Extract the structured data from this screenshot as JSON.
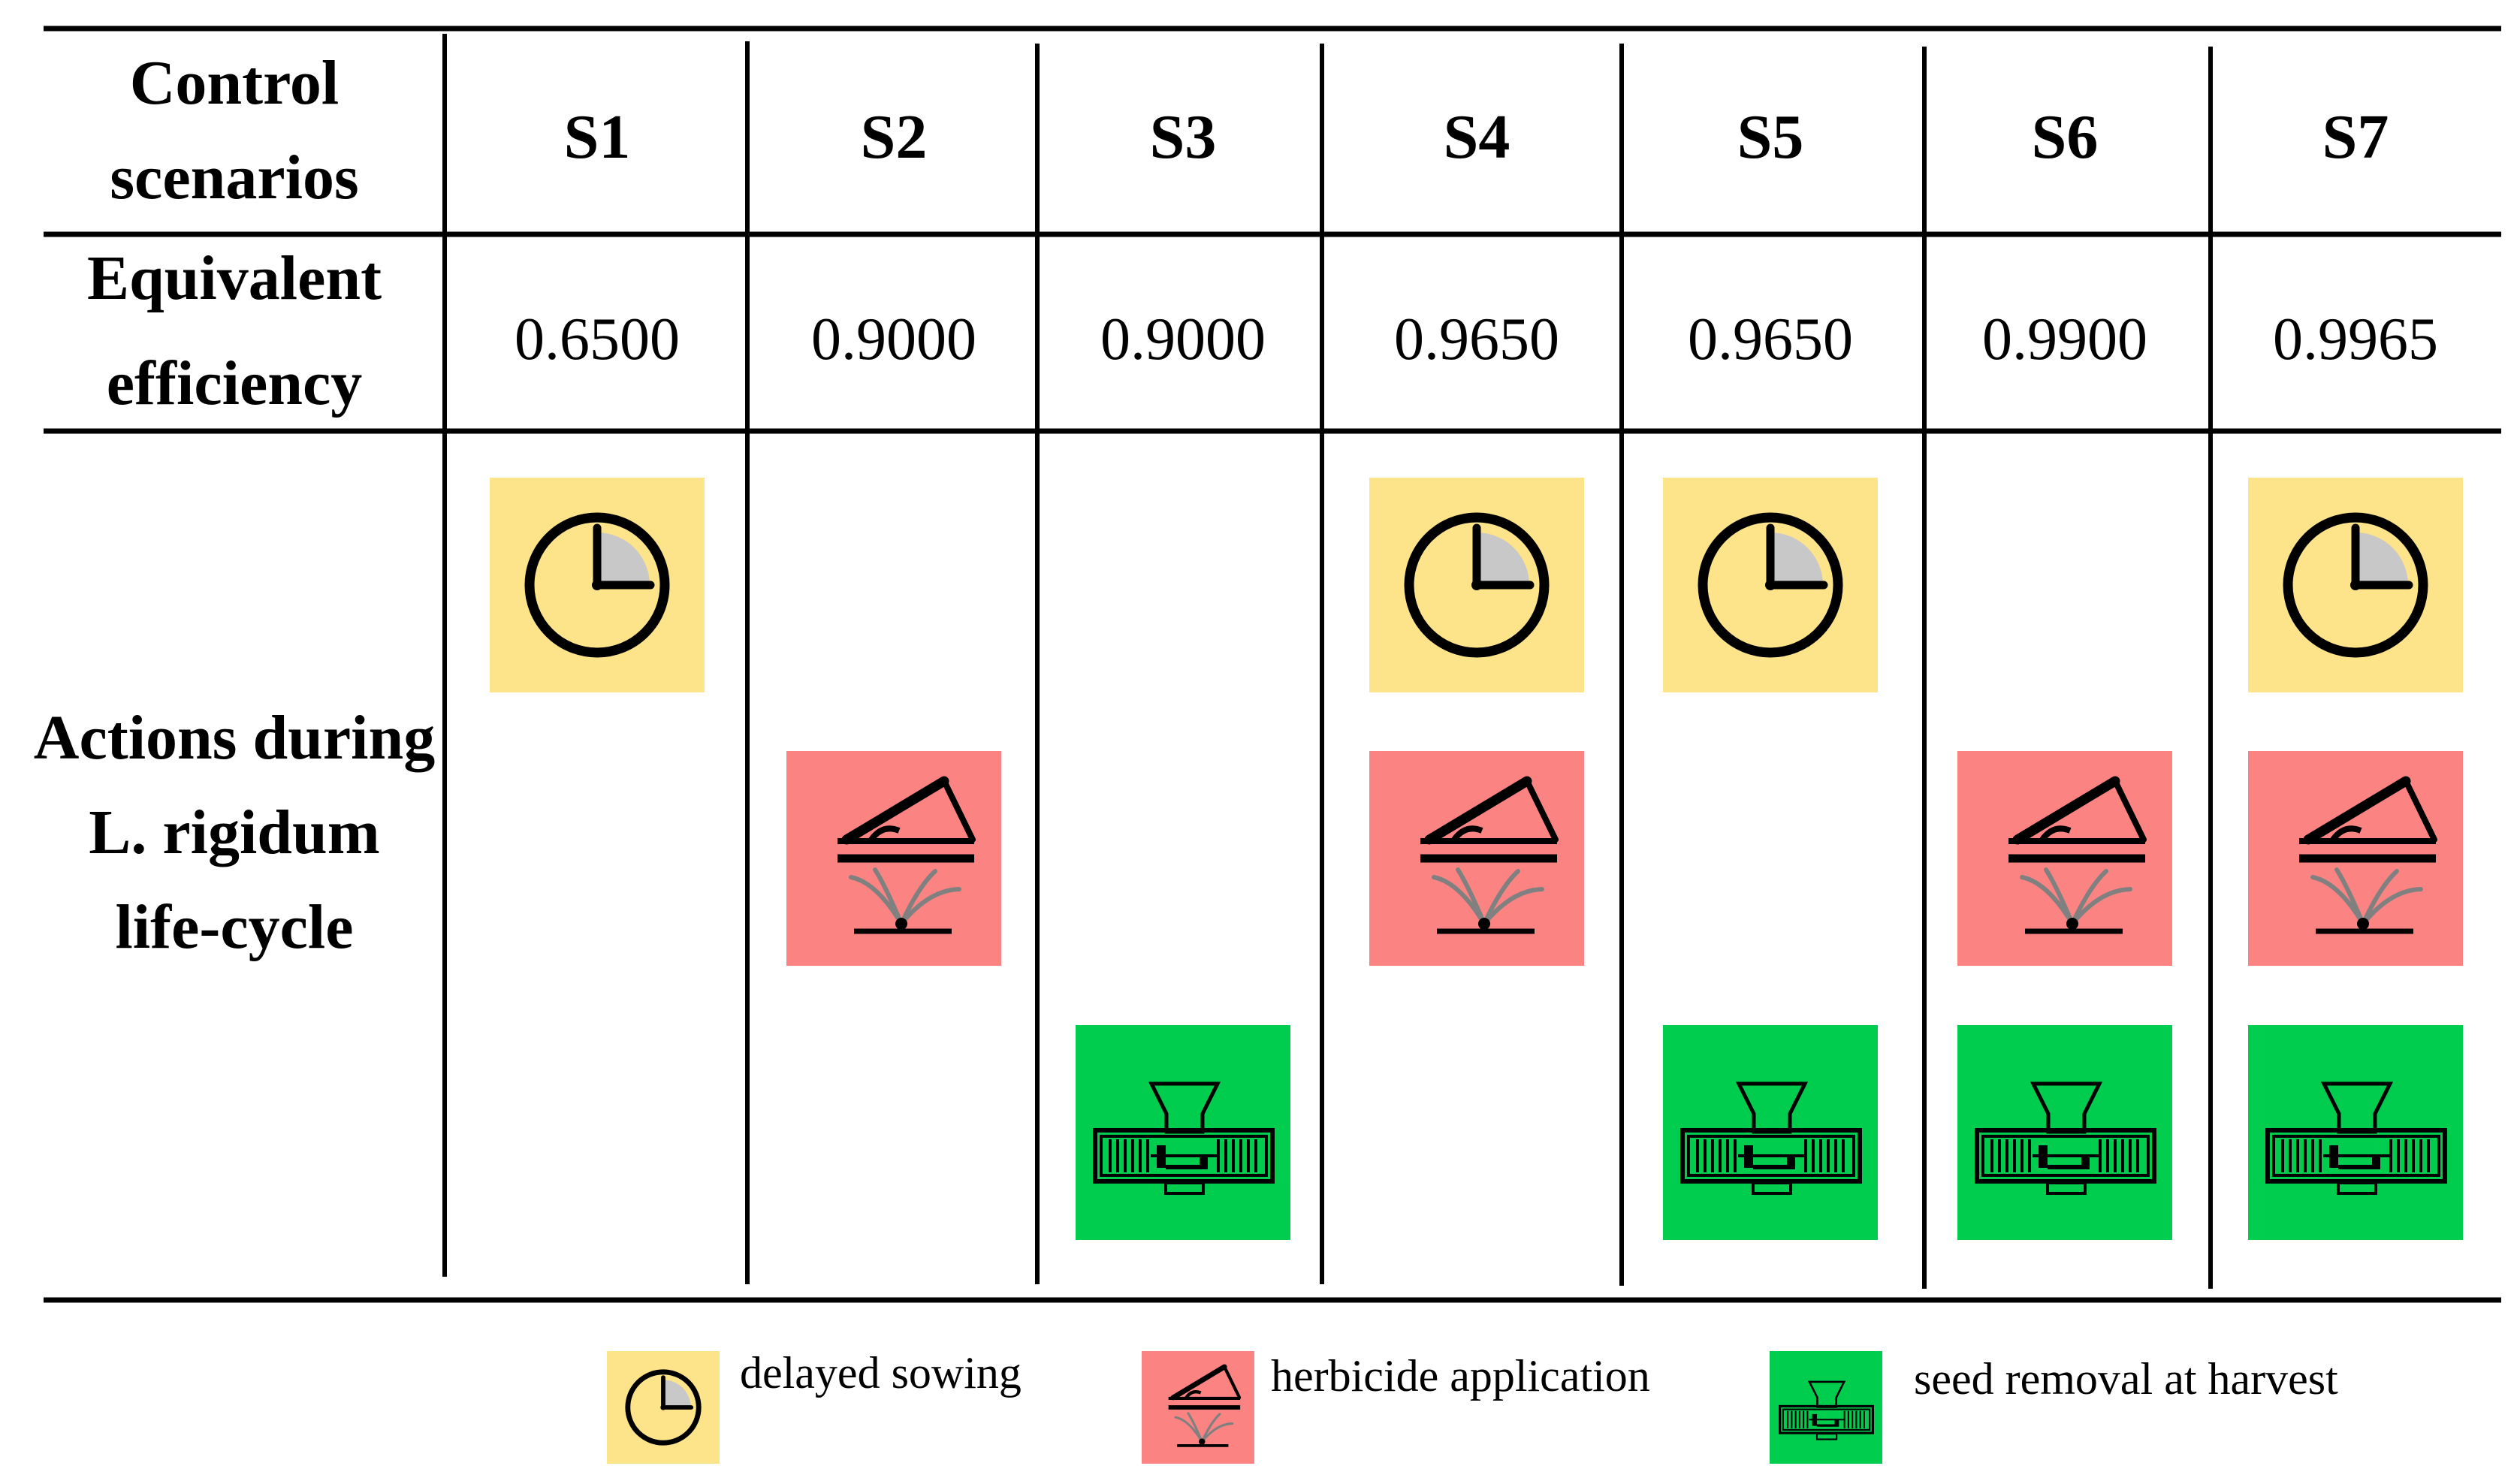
{
  "header": {
    "row_label_line1": "Control",
    "row_label_line2": "scenarios",
    "scenarios": [
      "S1",
      "S2",
      "S3",
      "S4",
      "S5",
      "S6",
      "S7"
    ]
  },
  "efficiency": {
    "label_line1": "Equivalent",
    "label_line2": "efficiency",
    "values": [
      "0.6500",
      "0.9000",
      "0.9000",
      "0.9650",
      "0.9650",
      "0.9900",
      "0.9965"
    ]
  },
  "actions": {
    "label_line1": "Actions during",
    "label_line2": "L. rigidum",
    "label_line3": "life-cycle",
    "delayed_sowing": [
      true,
      false,
      false,
      true,
      true,
      false,
      true
    ],
    "herbicide_application": [
      false,
      true,
      false,
      true,
      false,
      true,
      true
    ],
    "seed_removal": [
      false,
      false,
      true,
      false,
      true,
      true,
      true
    ]
  },
  "legend": {
    "delayed_sowing": "delayed sowing",
    "herbicide_application": "herbicide application",
    "seed_removal": "seed removal at harvest"
  },
  "colors": {
    "delayed_sowing": "#fde38a",
    "herbicide_application": "#fb8483",
    "seed_removal": "#00cc4d",
    "clock_quadrant": "#c8c8c8",
    "seedling": "#808080"
  },
  "icons": {
    "delayed_sowing": "clock-icon",
    "herbicide_application": "sprayer-icon",
    "seed_removal": "harvester-icon"
  }
}
